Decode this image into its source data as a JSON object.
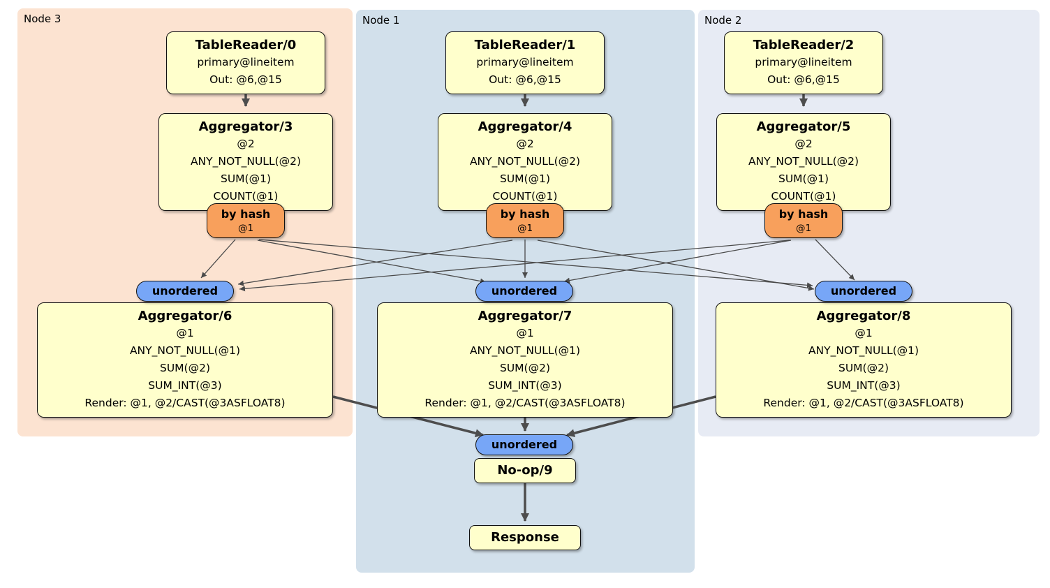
{
  "regions": [
    {
      "label": "Node 3"
    },
    {
      "label": "Node 1"
    },
    {
      "label": "Node 2"
    }
  ],
  "columns": [
    {
      "table_reader": {
        "title": "TableReader/0",
        "lines": [
          "primary@lineitem",
          "Out: @6,@15"
        ]
      },
      "aggregator_top": {
        "title": "Aggregator/3",
        "lines": [
          "@2",
          "ANY_NOT_NULL(@2)",
          "SUM(@1)",
          "COUNT(@1)"
        ]
      },
      "router": {
        "title": "by hash",
        "detail": "@1"
      },
      "sync": {
        "label": "unordered"
      },
      "aggregator_bottom": {
        "title": "Aggregator/6",
        "lines": [
          "@1",
          "ANY_NOT_NULL(@1)",
          "SUM(@2)",
          "SUM_INT(@3)",
          "Render: @1, @2/CAST(@3ASFLOAT8)"
        ]
      }
    },
    {
      "table_reader": {
        "title": "TableReader/1",
        "lines": [
          "primary@lineitem",
          "Out: @6,@15"
        ]
      },
      "aggregator_top": {
        "title": "Aggregator/4",
        "lines": [
          "@2",
          "ANY_NOT_NULL(@2)",
          "SUM(@1)",
          "COUNT(@1)"
        ]
      },
      "router": {
        "title": "by hash",
        "detail": "@1"
      },
      "sync": {
        "label": "unordered"
      },
      "aggregator_bottom": {
        "title": "Aggregator/7",
        "lines": [
          "@1",
          "ANY_NOT_NULL(@1)",
          "SUM(@2)",
          "SUM_INT(@3)",
          "Render: @1, @2/CAST(@3ASFLOAT8)"
        ]
      }
    },
    {
      "table_reader": {
        "title": "TableReader/2",
        "lines": [
          "primary@lineitem",
          "Out: @6,@15"
        ]
      },
      "aggregator_top": {
        "title": "Aggregator/5",
        "lines": [
          "@2",
          "ANY_NOT_NULL(@2)",
          "SUM(@1)",
          "COUNT(@1)"
        ]
      },
      "router": {
        "title": "by hash",
        "detail": "@1"
      },
      "sync": {
        "label": "unordered"
      },
      "aggregator_bottom": {
        "title": "Aggregator/8",
        "lines": [
          "@1",
          "ANY_NOT_NULL(@1)",
          "SUM(@2)",
          "SUM_INT(@3)",
          "Render: @1, @2/CAST(@3ASFLOAT8)"
        ]
      }
    }
  ],
  "final": {
    "sync": {
      "label": "unordered"
    },
    "noop": {
      "title": "No-op/9"
    },
    "response": {
      "title": "Response"
    }
  },
  "colors": {
    "node3_bg": "#fce3d1",
    "node1_bg": "#d2e0eb",
    "node2_bg": "#e7ebf4",
    "processor_bg": "#ffffcc",
    "router_bg": "#f8a05c",
    "sync_bg": "#77a6f7",
    "edge": "#4d4d4d"
  }
}
